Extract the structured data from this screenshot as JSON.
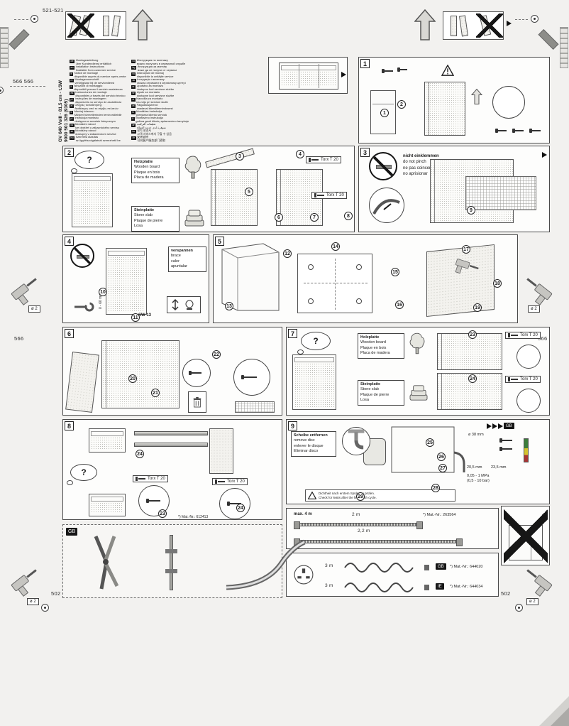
{
  "common": {
    "question": "?"
  },
  "margins": {
    "d521": "521-521",
    "d566_pair": "566 566",
    "d566": "566",
    "d502": "502",
    "drill_dia": "ø 2"
  },
  "titleblock": {
    "model": "GV 640 VoIII - 81,5 cm - t.SW",
    "code": "9000 501 326 (9305)"
  },
  "languages": {
    "left": [
      {
        "code": "de",
        "text": "Montageanleitung",
        "text2": "über Kundendienst erhältlich"
      },
      {
        "code": "en",
        "text": "Installation instructions",
        "text2": "Available from customer service"
      },
      {
        "code": "fr",
        "text": "Notice de montage",
        "text2": "disponible auprès du service après-vente"
      },
      {
        "code": "nl",
        "text": "Montagevoorschrift",
        "text2": "verkrijgbaar bij de servicedienst"
      },
      {
        "code": "it",
        "text": "Istruzioni di montaggio",
        "text2": "disponibili presso il servizio assistenza"
      },
      {
        "code": "es",
        "text": "Instrucciones de montaje",
        "text2": "disponibles a través del servicio técnico"
      },
      {
        "code": "pt",
        "text": "Instruções de montagem",
        "text2": "disponíveis no serviço de assistência"
      },
      {
        "code": "el",
        "text": "Οδηγίες τοποθέτησης",
        "text2": "διαθέσιμες από το σέρβις πελατών"
      },
      {
        "code": "tr",
        "text": "Montaj kılavuzu",
        "text2": "Müşteri hizmetlerinden temin edilebilir"
      },
      {
        "code": "pl",
        "text": "Instrukcja montażu",
        "text2": "dostępna w serwisie fabrycznym"
      },
      {
        "code": "cs",
        "text": "Montážní návod",
        "text2": "lze obdržet u zákaznického servisu"
      },
      {
        "code": "sk",
        "text": "Montážny návod",
        "text2": "dostupný v zákazníckom servise"
      },
      {
        "code": "hu",
        "text": "Szerelési utasítás",
        "text2": "az ügyfélszolgálatnál szerezhető be"
      }
    ],
    "right": [
      {
        "code": "ru",
        "text": "Инструкция по монтажу",
        "text2": "можно получить в сервисной службе"
      },
      {
        "code": "bg",
        "text": "Инструкция за монтаж",
        "text2": "може да се получи от сервиза"
      },
      {
        "code": "ro",
        "text": "Instrucţiuni de montaj",
        "text2": "disponibile la unităţile service"
      },
      {
        "code": "uk",
        "text": "Інструкція з монтажу",
        "text2": "можна отримати в сервісному центрі"
      },
      {
        "code": "sr",
        "text": "Uputstvo za montažu",
        "text2": "dostupno kod servisne službe"
      },
      {
        "code": "hr",
        "text": "Upute za montažu",
        "text2": "dostupne kod servisne službe"
      },
      {
        "code": "sl",
        "text": "Navodila za montažo",
        "text2": "na voljo pri servisni službi"
      },
      {
        "code": "et",
        "text": "Paigaldusjuhend",
        "text2": "saadaval klienditeenindusest"
      },
      {
        "code": "lv",
        "text": "Montāžas instrukcija",
        "text2": "pieejama klientu servisā"
      },
      {
        "code": "lt",
        "text": "Montavimo instrukcija",
        "text2": "galima gauti klientų aptarnavimo tarnyboje"
      },
      {
        "code": "ar",
        "text": "تعليمات التركيب",
        "text2": "متوفرة لدى خدمة العملاء"
      },
      {
        "code": "ko",
        "text": "설치 설명서",
        "text2": "고객 서비스에서 구할 수 있음"
      },
      {
        "code": "zh",
        "text": "安装说明",
        "text2": "可向客户服务部门索取"
      }
    ]
  },
  "steps": [
    "1",
    "2",
    "3",
    "4",
    "5",
    "6",
    "7",
    "8",
    "9",
    "10",
    "11",
    "12",
    "13",
    "14",
    "15",
    "16",
    "17",
    "18",
    "19",
    "20",
    "21",
    "22",
    "23",
    "24",
    "25",
    "26",
    "27",
    "28",
    "29"
  ],
  "panel1": {
    "num": "1"
  },
  "panel2": {
    "num": "2",
    "wood": {
      "l1": "Holzplatte",
      "l2": "Wooden board",
      "l3": "Plaque en bois",
      "l4": "Placa de madera"
    },
    "stone": {
      "l1": "Steinplatte",
      "l2": "Stone slab",
      "l3": "Plaque de pierre",
      "l4": "Losa"
    },
    "torx": "Torx T 20"
  },
  "panel3": {
    "num": "3",
    "pinch": {
      "l1": "nicht einklemmen",
      "l2": "do not pinch",
      "l3": "ne pas coincer",
      "l4": "no aprisionar"
    }
  },
  "panel4": {
    "num": "4",
    "brace": {
      "l1": "verspannen",
      "l2": "brace",
      "l3": "caler",
      "l4": "apuntalar"
    },
    "range": "0 - 60 mm",
    "sw": "SW 13"
  },
  "panel5": {
    "num": "5"
  },
  "panel6": {
    "num": "6"
  },
  "panel7": {
    "num": "7",
    "wood": {
      "l1": "Holzplatte",
      "l2": "Wooden board",
      "l3": "Plaque en bois",
      "l4": "Placa de madera"
    },
    "stone": {
      "l1": "Steinplatte",
      "l2": "Stone slab",
      "l3": "Plaque de pierre",
      "l4": "Losa"
    },
    "torx": "Torx T 20"
  },
  "panel8": {
    "num": "8",
    "torx": "Torx T 20",
    "mat": "*) Mat.-Nr.: 612413"
  },
  "panel9": {
    "num": "9",
    "disc": {
      "l1": "Scheibe entfernen",
      "l2": "remove disc",
      "l3": "enlever le disque",
      "l4": "Eliminar disco"
    },
    "gb": "GB",
    "dia": "ø 38 mm",
    "dim1": "20,5 mm",
    "dim2": "23,5 mm",
    "press1": "0,05 - 1 MPa",
    "press2": "(0,5 - 10 bar)",
    "note1": "Dichtheit nach erstem Spülgang prüfen.",
    "note2": "Check for leaks after the first wash cycle."
  },
  "hose": {
    "max": "max. 4 m",
    "len1": "2 m",
    "len2": "2,2 m",
    "mat": "*) Mat.-Nr.: 263564"
  },
  "power": {
    "len1": "3 m",
    "len2": "3 m",
    "tag1": "GB",
    "mat1": "*) Mat.-Nr.: 644020",
    "tag2": "IE",
    "mat2": "*) Mat.-Nr.: 644034"
  },
  "gbsec": {
    "tag": "GB"
  }
}
